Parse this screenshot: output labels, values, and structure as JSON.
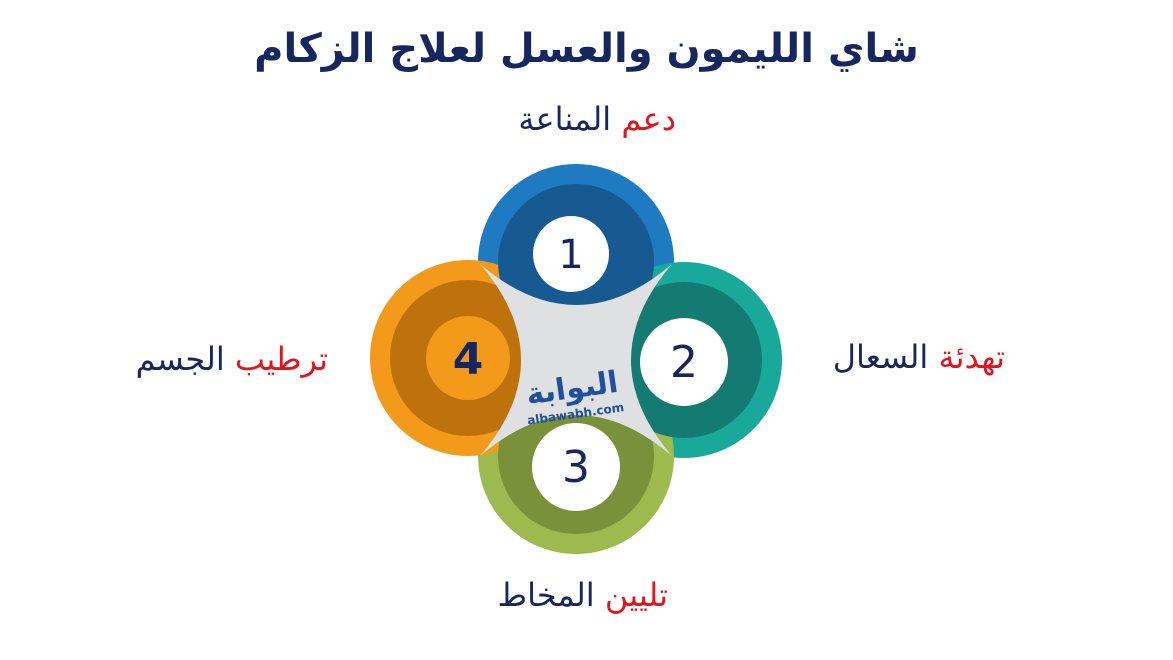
{
  "title": "شاي الليمون والعسل لعلاج الزكام",
  "items": [
    {
      "number": "1",
      "keyword": "دعم",
      "rest": "المناعة",
      "color": "#1f7bc1"
    },
    {
      "number": "2",
      "keyword": "تهدئة",
      "rest": "السعال",
      "color": "#18a99a"
    },
    {
      "number": "3",
      "keyword": "تليين",
      "rest": "المخاط",
      "color": "#9cba4e"
    },
    {
      "number": "4",
      "keyword": "ترطيب",
      "rest": "الجسم",
      "color": "#f39a1a"
    }
  ],
  "logo": {
    "name": "البوابة",
    "url": "albawabh.com"
  }
}
